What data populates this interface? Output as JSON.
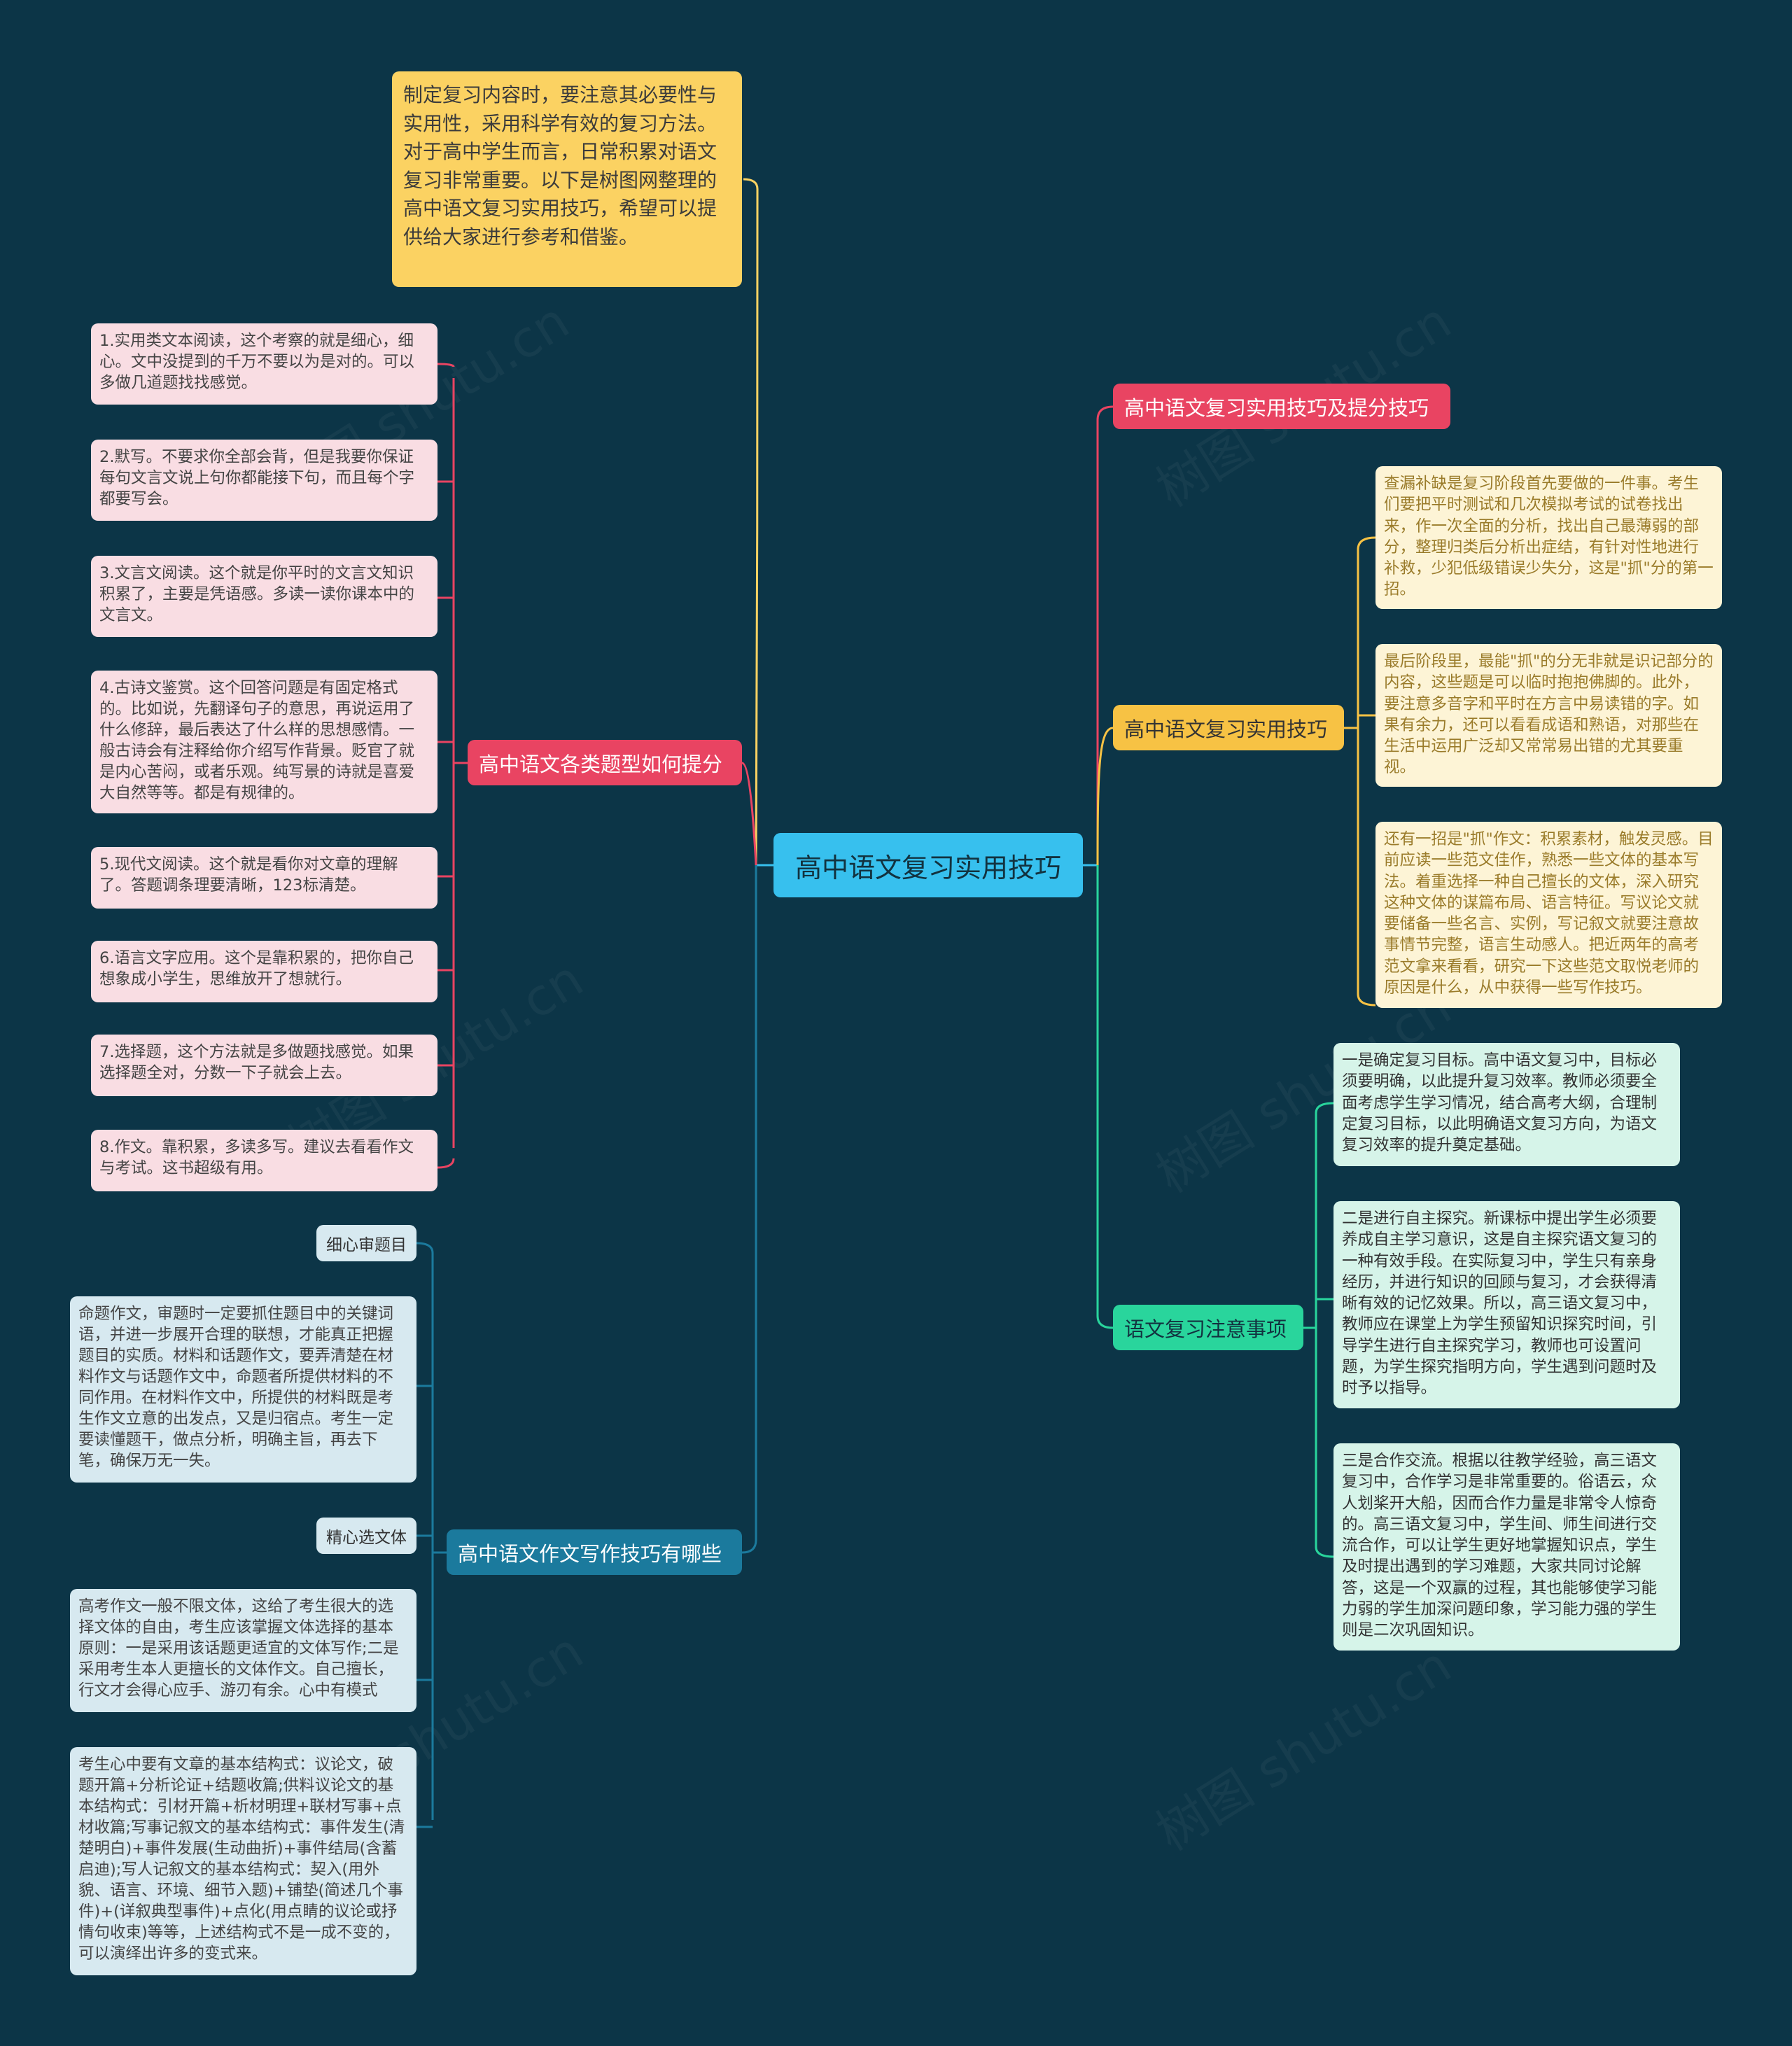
{
  "title": "高中语文复习实用技巧",
  "intro": "制定复习内容时，要注意其必要性与实用性，采用科学有效的复习方法。对于高中学生而言，日常积累对语文复习非常重要。以下是树图网整理的高中语文复习实用技巧，希望可以提供给大家进行参考和借鉴。",
  "left": {
    "tiqu": {
      "label": "高中语文各类题型如何提分",
      "items": [
        "1.实用类文本阅读，这个考察的就是细心，细心。文中没提到的千万不要以为是对的。可以多做几道题找找感觉。",
        "2.默写。不要求你全部会背，但是我要你保证每句文言文说上句你都能接下句，而且每个字都要写会。",
        "3.文言文阅读。这个就是你平时的文言文知识积累了，主要是凭语感。多读一读你课本中的文言文。",
        "4.古诗文鉴赏。这个回答问题是有固定格式的。比如说，先翻译句子的意思，再说运用了什么修辞，最后表达了什么样的思想感情。一般古诗会有注释给你介绍写作背景。贬官了就是内心苦闷，或者乐观。纯写景的诗就是喜爱大自然等等。都是有规律的。",
        "5.现代文阅读。这个就是看你对文章的理解了。答题调条理要清晰，123标清楚。",
        "6.语言文字应用。这个是靠积累的，把你自己想象成小学生，思维放开了想就行。",
        "7.选择题，这个方法就是多做题找感觉。如果选择题全对，分数一下子就会上去。",
        "8.作文。靠积累，多读多写。建议去看看作文与考试。这书超级有用。"
      ]
    },
    "zuowen": {
      "label": "高中语文作文写作技巧有哪些",
      "sub1_label": "细心审题目",
      "sub1_text": "命题作文，审题时一定要抓住题目中的关键词语，并进一步展开合理的联想，才能真正把握题目的实质。材料和话题作文，要弄清楚在材料作文与话题作文中，命题者所提供材料的不同作用。在材料作文中，所提供的材料既是考生作文立意的出发点，又是归宿点。考生一定要读懂题干，做点分析，明确主旨，再去下笔，确保万无一失。",
      "sub2_label": "精心选文体",
      "sub2_text": "高考作文一般不限文体，这给了考生很大的选择文体的自由，考生应该掌握文体选择的基本原则：一是采用该话题更适宜的文体写作;二是采用考生本人更擅长的文体作文。自己擅长，行文才会得心应手、游刃有余。心中有模式",
      "sub3_text": "考生心中要有文章的基本结构式：议论文，破题开篇+分析论证+结题收篇;供料议论文的基本结构式：引材开篇+析材明理+联材写事+点材收篇;写事记叙文的基本结构式：事件发生(清楚明白)+事件发展(生动曲折)+事件结局(含蓄启迪);写人记叙文的基本结构式：契入(用外貌、语言、环境、细节入题)+铺垫(简述几个事件)+(详叙典型事件)+点化(用点睛的议论或抒情句收束)等等，上述结构式不是一成不变的，可以演绎出许多的变式来。"
    }
  },
  "right": {
    "r1": {
      "label": "高中语文复习实用技巧及提分技巧"
    },
    "r2": {
      "label": "高中语文复习实用技巧",
      "items": [
        "查漏补缺是复习阶段首先要做的一件事。考生们要把平时测试和几次模拟考试的试卷找出来，作一次全面的分析，找出自己最薄弱的部分，整理归类后分析出症结，有针对性地进行补救，少犯低级错误少失分，这是\"抓\"分的第一招。",
        "最后阶段里，最能\"抓\"的分无非就是识记部分的内容，这些题是可以临时抱抱佛脚的。此外，要注意多音字和平时在方言中易读错的字。如果有余力，还可以看看成语和熟语，对那些在生活中运用广泛却又常常易出错的尤其要重视。",
        "还有一招是\"抓\"作文：积累素材，触发灵感。目前应读一些范文佳作，熟悉一些文体的基本写法。着重选择一种自己擅长的文体，深入研究这种文体的谋篇布局、语言特征。写议论文就要储备一些名言、实例，写记叙文就要注意故事情节完整，语言生动感人。把近两年的高考范文拿来看看，研究一下这些范文取悦老师的原因是什么，从中获得一些写作技巧。"
      ]
    },
    "r3": {
      "label": "语文复习注意事项",
      "items": [
        "一是确定复习目标。高中语文复习中，目标必须要明确，以此提升复习效率。教师必须要全面考虑学生学习情况，结合高考大纲，合理制定复习目标，以此明确语文复习方向，为语文复习效率的提升奠定基础。",
        "二是进行自主探究。新课标中提出学生必须要养成自主学习意识，这是自主探究语文复习的一种有效手段。在实际复习中，学生只有亲身经历，并进行知识的回顾与复习，才会获得清晰有效的记忆效果。所以，高三语文复习中，教师应在课堂上为学生预留知识探究时间，引导学生进行自主探究学习，教师也可设置问题，为学生探究指明方向，学生遇到问题时及时予以指导。",
        "三是合作交流。根据以往教学经验，高三语文复习中，合作学习是非常重要的。俗语云，众人划桨开大船，因而合作力量是非常令人惊奇的。高三语文复习中，学生间、师生间进行交流合作，可以让学生更好地掌握知识点，学生及时提出遇到的学习难题，大家共同讨论解答，这是一个双赢的过程，其也能够使学习能力弱的学生加深问题印象，学习能力强的学生则是二次巩固知识。"
      ]
    }
  },
  "colors": {
    "background": "#0c3547",
    "central": "#37c0ee",
    "intro": "#fbd262",
    "pink": "#e94462",
    "teal": "#1b7a9d",
    "gold": "#f7c244",
    "mint": "#29d59c"
  }
}
